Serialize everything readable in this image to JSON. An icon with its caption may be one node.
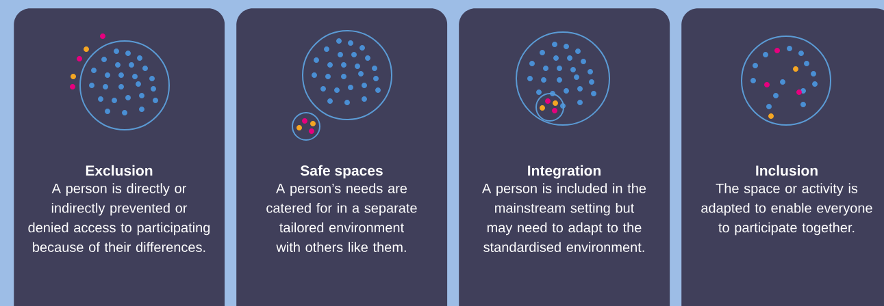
{
  "diagram": {
    "nodes": [
      {
        "text": [
          "Exclusion",
          "A person is directly or indirectly prevented or denied access to participating because of their differences."
        ]
      },
      {
        "text": [
          "Safe spaces",
          "A person’s needs are catered for in a separate tailored environment with others like them."
        ]
      },
      {
        "text": [
          "Integration",
          "A person is included in the mainstream setting but may need to adapt to the standardised environment."
        ]
      },
      {
        "text": [
          "Inclusion",
          "The space or activity is adapted to enable everyone to participate together."
        ]
      }
    ]
  }
}
